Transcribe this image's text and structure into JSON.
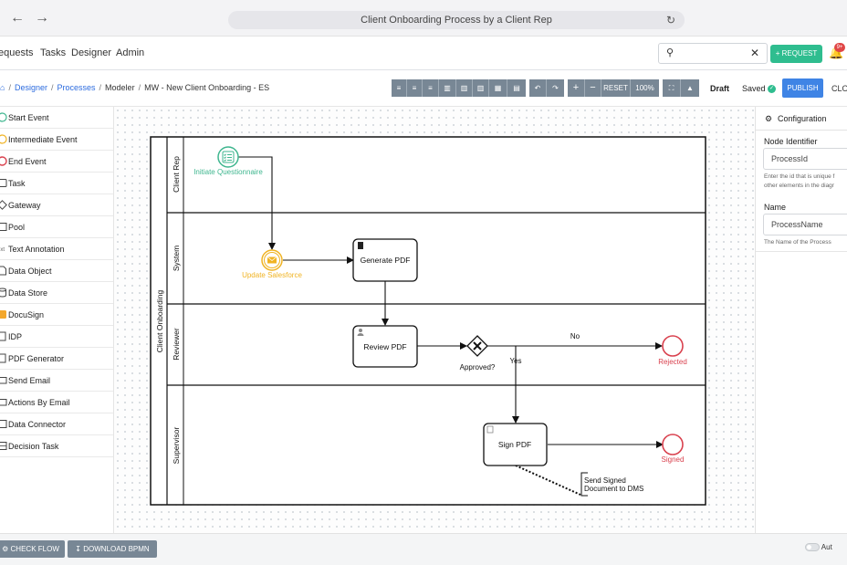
{
  "browser": {
    "back_icon": "arrow-left-icon",
    "forward_icon": "arrow-right-icon",
    "url_title": "Client Onboarding Process by a Client Rep",
    "reload_icon": "reload-icon"
  },
  "nav": {
    "items": [
      "equests",
      "Tasks",
      "Designer",
      "Admin"
    ],
    "search_icon": "search-icon",
    "clear_icon": "close-icon",
    "request_label": "+ REQUEST",
    "notif_badge": "9+"
  },
  "breadcrumb": {
    "home_icon": "home-icon",
    "items": [
      "Designer",
      "Processes",
      "Modeler",
      "MW - New Client Onboarding - ES"
    ]
  },
  "toolbar": {
    "reset_label": "RESET",
    "zoom_label": "100%",
    "status_draft": "Draft",
    "status_saved": "Saved",
    "publish_label": "PUBLISH",
    "close_label": "CLO"
  },
  "palette": {
    "items": [
      {
        "label": "Start Event",
        "icon": "start-event-icon"
      },
      {
        "label": "Intermediate Event",
        "icon": "intermediate-event-icon"
      },
      {
        "label": "End Event",
        "icon": "end-event-icon"
      },
      {
        "label": "Task",
        "icon": "task-icon"
      },
      {
        "label": "Gateway",
        "icon": "gateway-icon"
      },
      {
        "label": "Pool",
        "icon": "pool-icon"
      },
      {
        "label": "Text Annotation",
        "icon": "text-annotation-icon"
      },
      {
        "label": "Data Object",
        "icon": "data-object-icon"
      },
      {
        "label": "Data Store",
        "icon": "data-store-icon"
      },
      {
        "label": "DocuSign",
        "icon": "docusign-icon"
      },
      {
        "label": "IDP",
        "icon": "idp-icon"
      },
      {
        "label": "PDF Generator",
        "icon": "pdf-generator-icon"
      },
      {
        "label": "Send Email",
        "icon": "send-email-icon"
      },
      {
        "label": "Actions By Email",
        "icon": "actions-by-email-icon"
      },
      {
        "label": "Data Connector",
        "icon": "data-connector-icon"
      },
      {
        "label": "Decision Task",
        "icon": "decision-task-icon"
      }
    ]
  },
  "diagram": {
    "pool_label": "Client Onboarding",
    "lanes": [
      "Client Rep",
      "System",
      "Reviewer",
      "Supervisor"
    ],
    "nodes": {
      "start": "Initiate Questionnaire",
      "intermediate": "Update Salesforce",
      "task_generate": "Generate PDF",
      "task_review": "Review PDF",
      "gateway": "Approved?",
      "end_rejected": "Rejected",
      "task_sign": "Sign PDF",
      "end_signed": "Signed",
      "annotation_line1": "Send Signed",
      "annotation_line2": "Document to DMS"
    },
    "flows": {
      "no": "No",
      "yes": "Yes"
    },
    "colors": {
      "start": "#3fb68f",
      "intermediate": "#f0b323",
      "end": "#d9414e"
    }
  },
  "config": {
    "title": "Configuration",
    "node_id_label": "Node Identifier",
    "node_id_value": "ProcessId",
    "node_id_help_1": "Enter the id that is unique f",
    "node_id_help_2": "other elements in the diagr",
    "name_label": "Name",
    "name_value": "ProcessName",
    "name_help": "The Name of the Process"
  },
  "bottom": {
    "check_flow": "CHECK FLOW",
    "download_bpmn": "DOWNLOAD BPMN",
    "autosave_label": "Aut"
  }
}
